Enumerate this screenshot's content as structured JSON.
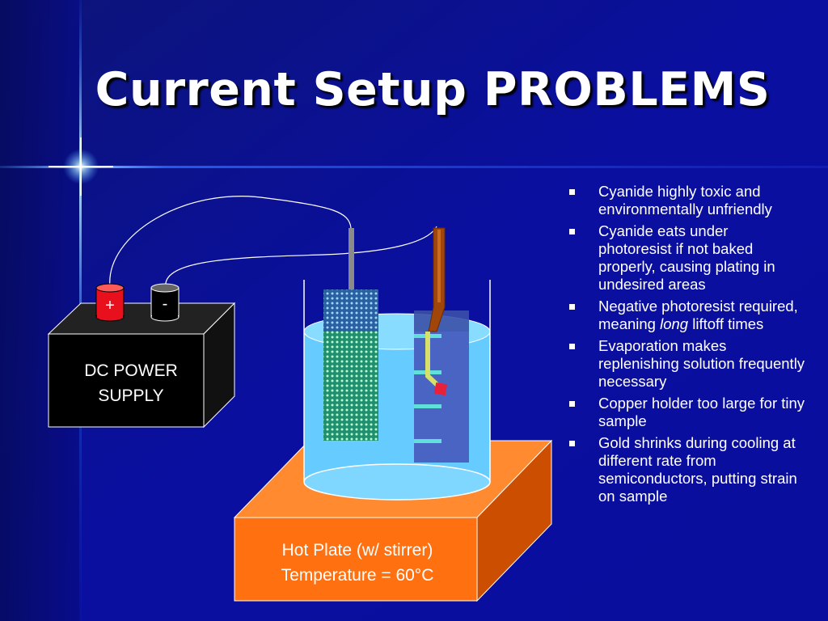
{
  "title": "Current Setup PROBLEMS",
  "diagram": {
    "power_supply": {
      "line1": "DC POWER",
      "line2": "SUPPLY"
    },
    "terminals": {
      "positive": "+",
      "negative": "-"
    },
    "hot_plate": {
      "line1": "Hot Plate (w/ stirrer)",
      "line2": "Temperature = 60°C"
    }
  },
  "bullets": [
    {
      "text": "Cyanide highly toxic and environmentally unfriendly"
    },
    {
      "text": "Cyanide eats under photoresist if not baked properly, causing plating in undesired areas"
    },
    {
      "before": "Negative photoresist required, meaning ",
      "italic": "long",
      "after": " liftoff times"
    },
    {
      "text": "Evaporation makes replenishing solution frequently necessary"
    },
    {
      "text": "Copper holder too large for tiny sample"
    },
    {
      "text": "Gold shrinks during cooling at different rate from semiconductors, putting strain on sample"
    }
  ],
  "colors": {
    "background": "#0a0e9c",
    "title": "#ffffff",
    "hot_plate": "#ff7010",
    "solution": "#66ccff",
    "positive_terminal": "#e8101c",
    "power_supply": "#000000"
  }
}
